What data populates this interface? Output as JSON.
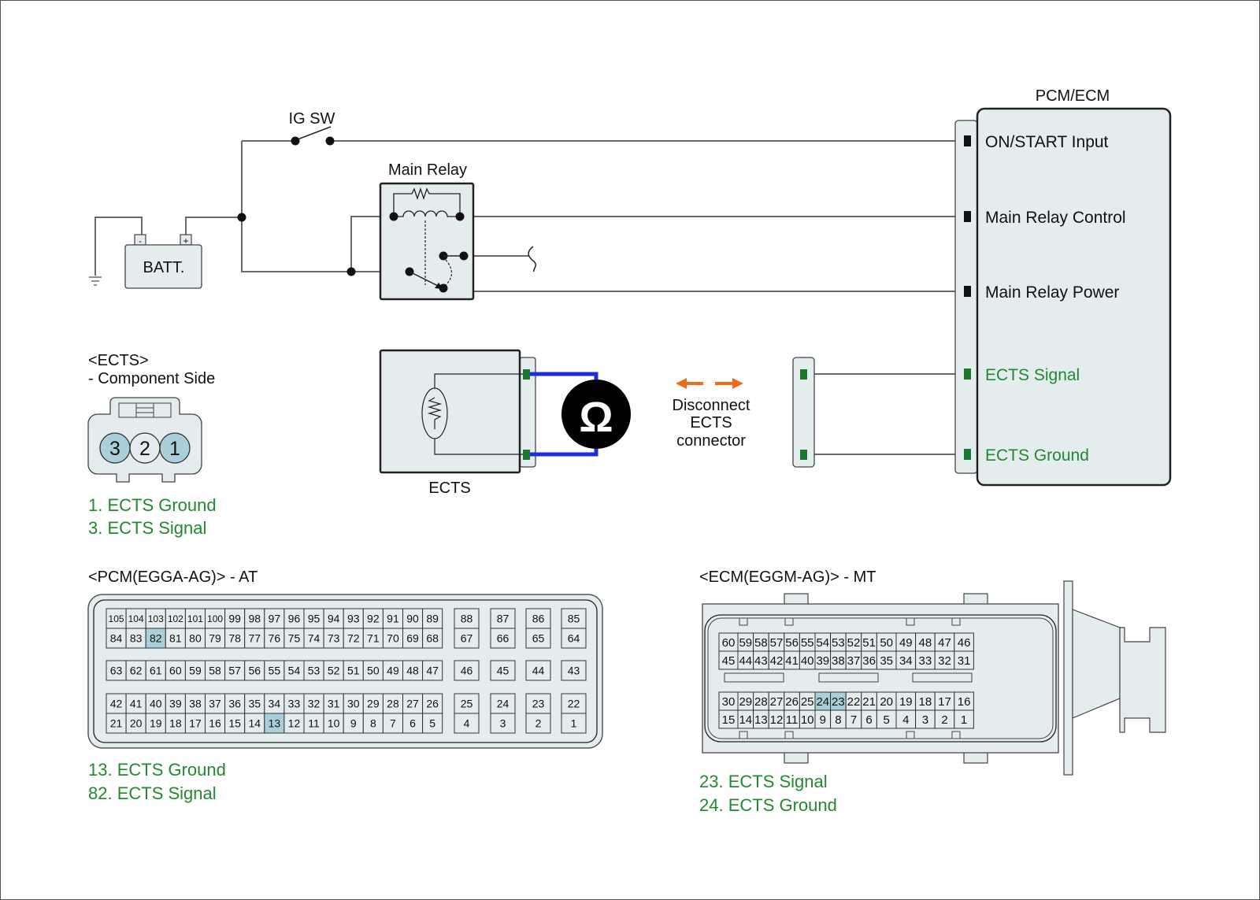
{
  "colors": {
    "wire": "#6a6a6a",
    "component_fill": "#e4ecee",
    "highlight_pin": "#a9d0da",
    "green_text": "#1f8a2e",
    "green_terminal": "#1a7a2a",
    "meter_lead": "#1a2ee0",
    "arrow": "#f06a1c"
  },
  "circuit": {
    "ig_sw_label": "IG SW",
    "battery_label": "BATT.",
    "battery_neg": "-",
    "battery_pos": "+",
    "main_relay_label": "Main Relay",
    "pcm_title": "PCM/ECM",
    "pcm_terminals": [
      {
        "label": "ON/START Input",
        "type": "normal"
      },
      {
        "label": "Main Relay Control",
        "type": "normal"
      },
      {
        "label": "Main Relay Power",
        "type": "normal"
      },
      {
        "label": "ECTS Signal",
        "type": "highlight"
      },
      {
        "label": "ECTS Ground",
        "type": "highlight"
      }
    ],
    "ects_label": "ECTS",
    "meter_symbol": "Ω",
    "disconnect_lines": [
      "Disconnect",
      "ECTS",
      "connector"
    ]
  },
  "ects_connector": {
    "title": "<ECTS>",
    "subtitle": "- Component Side",
    "pins": [
      {
        "num": "3",
        "highlight": true
      },
      {
        "num": "2",
        "highlight": false
      },
      {
        "num": "1",
        "highlight": true
      }
    ],
    "legend": [
      "1. ECTS Ground",
      "3. ECTS Signal"
    ]
  },
  "pcm_connector": {
    "title": "<PCM(EGGA-AG)> - AT",
    "blocks": [
      {
        "rows": [
          [
            "105",
            "104",
            "103",
            "102",
            "101",
            "100",
            "99",
            "98",
            "97",
            "96",
            "95",
            "94",
            "93",
            "92",
            "91",
            "90",
            "89"
          ],
          [
            "84",
            "83",
            "82",
            "81",
            "80",
            "79",
            "78",
            "77",
            "76",
            "75",
            "74",
            "73",
            "72",
            "71",
            "70",
            "69",
            "68"
          ]
        ]
      },
      {
        "rows": [
          [
            "63",
            "62",
            "61",
            "60",
            "59",
            "58",
            "57",
            "56",
            "55",
            "54",
            "53",
            "52",
            "51",
            "50",
            "49",
            "48",
            "47"
          ]
        ]
      },
      {
        "rows": [
          [
            "42",
            "41",
            "40",
            "39",
            "38",
            "37",
            "36",
            "35",
            "34",
            "33",
            "32",
            "31",
            "30",
            "29",
            "28",
            "27",
            "26"
          ],
          [
            "21",
            "20",
            "19",
            "18",
            "17",
            "16",
            "15",
            "14",
            "13",
            "12",
            "11",
            "10",
            "9",
            "8",
            "7",
            "6",
            "5"
          ]
        ]
      }
    ],
    "side_blocks": [
      [
        [
          "88",
          "67"
        ],
        [
          "87",
          "66"
        ],
        [
          "86",
          "65"
        ],
        [
          "85",
          "64"
        ]
      ],
      [
        [
          "46"
        ],
        [
          "45"
        ],
        [
          "44"
        ],
        [
          "43"
        ]
      ],
      [
        [
          "25",
          "4"
        ],
        [
          "24",
          "3"
        ],
        [
          "23",
          "2"
        ],
        [
          "22",
          "1"
        ]
      ]
    ],
    "highlighted": [
      "82",
      "13"
    ],
    "legend": [
      "13. ECTS Ground",
      "82. ECTS Signal"
    ]
  },
  "ecm_connector": {
    "title": "<ECM(EGGM-AG)> - MT",
    "upper_rows": [
      [
        "60",
        "59",
        "58",
        "57",
        "56",
        "55",
        "54",
        "53",
        "52",
        "51",
        "50",
        "49",
        "48",
        "47",
        "46"
      ],
      [
        "45",
        "44",
        "43",
        "42",
        "41",
        "40",
        "39",
        "38",
        "37",
        "36",
        "35",
        "34",
        "33",
        "32",
        "31"
      ]
    ],
    "lower_rows": [
      [
        "30",
        "29",
        "28",
        "27",
        "26",
        "25",
        "24",
        "23",
        "22",
        "21",
        "20",
        "19",
        "18",
        "17",
        "16"
      ],
      [
        "15",
        "14",
        "13",
        "12",
        "11",
        "10",
        "9",
        "8",
        "7",
        "6",
        "5",
        "4",
        "3",
        "2",
        "1"
      ]
    ],
    "highlighted": [
      "24",
      "23"
    ],
    "legend": [
      "23. ECTS Signal",
      "24. ECTS Ground"
    ]
  }
}
